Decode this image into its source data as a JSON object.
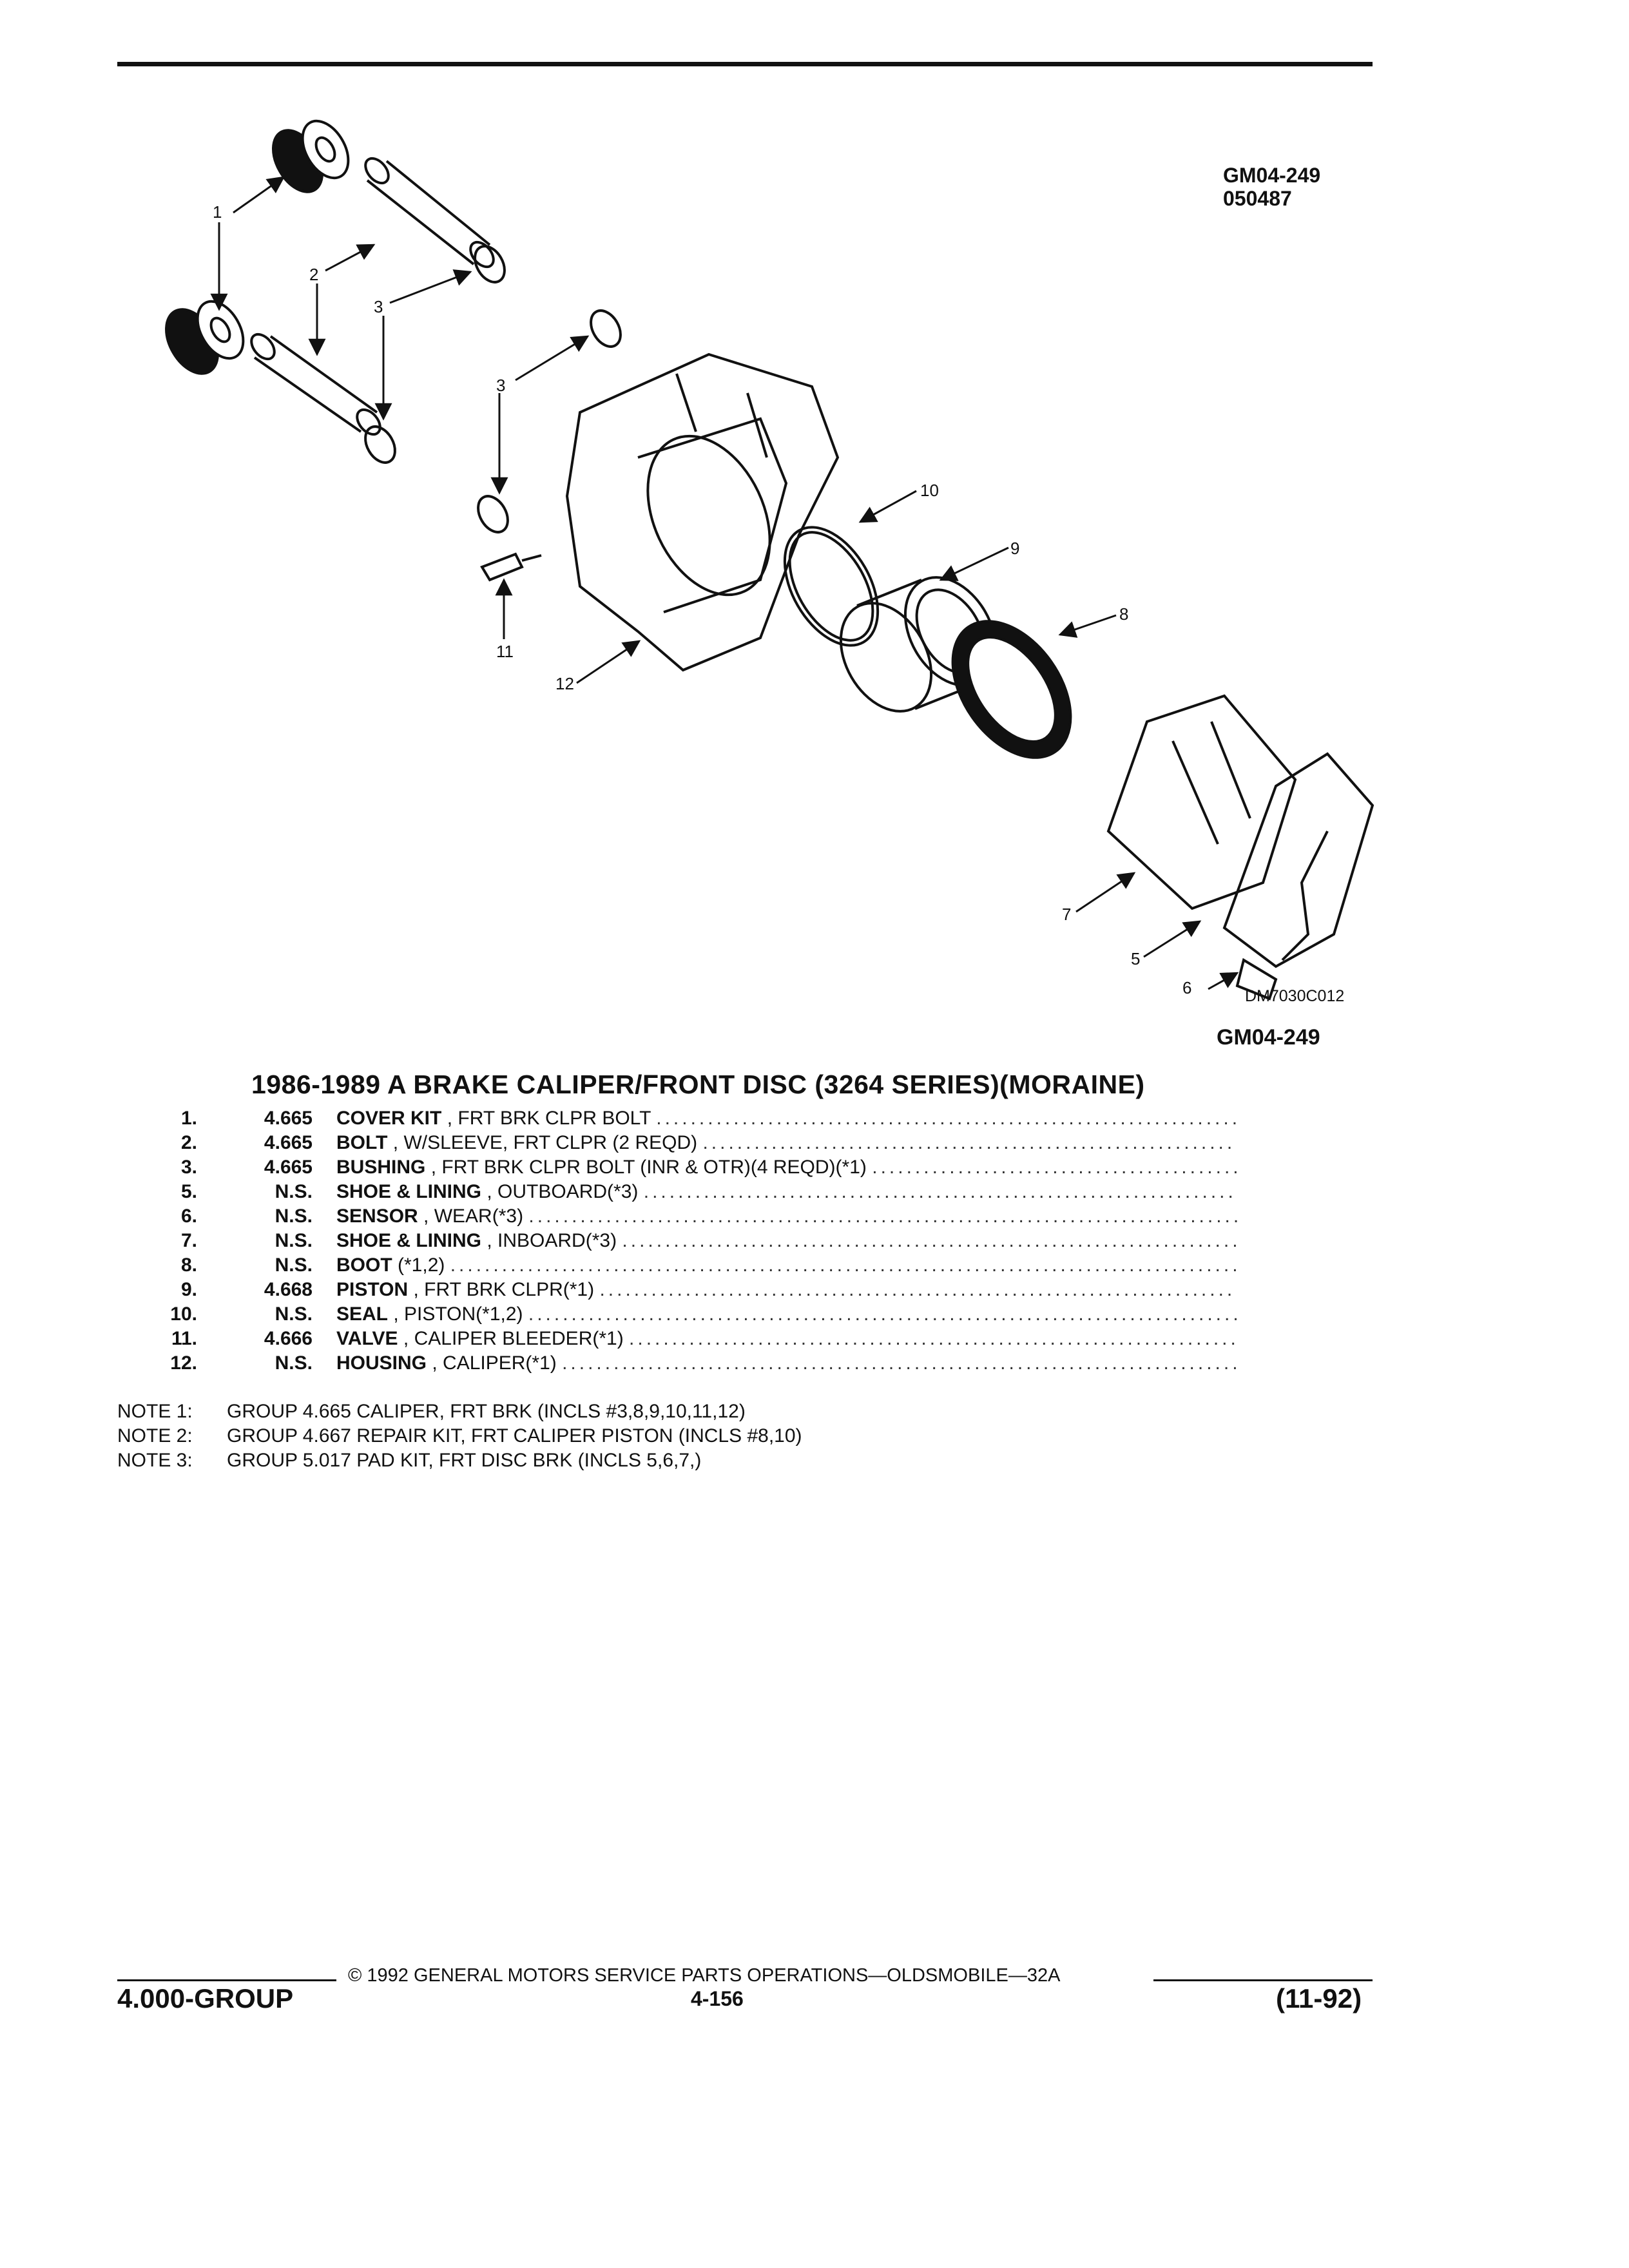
{
  "figure": {
    "code": "GM04-249",
    "date_code": "050487",
    "drawing_number": "DM7030C012",
    "code_bottom": "GM04-249",
    "callouts": [
      "1",
      "2",
      "3",
      "3",
      "10",
      "9",
      "8",
      "11",
      "12",
      "7",
      "5",
      "6"
    ]
  },
  "title": "1986-1989 A BRAKE CALIPER/FRONT DISC (3264 SERIES)(MORAINE)",
  "parts": [
    {
      "num": "1.",
      "group": "4.665",
      "name": "COVER KIT",
      "desc": ", FRT BRK CLPR BOLT"
    },
    {
      "num": "2.",
      "group": "4.665",
      "name": "BOLT",
      "desc": ", W/SLEEVE, FRT CLPR (2 REQD)"
    },
    {
      "num": "3.",
      "group": "4.665",
      "name": "BUSHING",
      "desc": ", FRT BRK CLPR BOLT (INR & OTR)(4 REQD)(*1)"
    },
    {
      "num": "5.",
      "group": "N.S.",
      "name": "SHOE & LINING",
      "desc": ", OUTBOARD(*3)"
    },
    {
      "num": "6.",
      "group": "N.S.",
      "name": "SENSOR",
      "desc": ", WEAR(*3)"
    },
    {
      "num": "7.",
      "group": "N.S.",
      "name": "SHOE & LINING",
      "desc": ", INBOARD(*3)"
    },
    {
      "num": "8.",
      "group": "N.S.",
      "name": "BOOT",
      "desc": "(*1,2)"
    },
    {
      "num": "9.",
      "group": "4.668",
      "name": "PISTON",
      "desc": ", FRT BRK CLPR(*1)"
    },
    {
      "num": "10.",
      "group": "N.S.",
      "name": "SEAL",
      "desc": ", PISTON(*1,2)"
    },
    {
      "num": "11.",
      "group": "4.666",
      "name": "VALVE",
      "desc": ", CALIPER BLEEDER(*1)"
    },
    {
      "num": "12.",
      "group": "N.S.",
      "name": "HOUSING",
      "desc": ", CALIPER(*1)"
    }
  ],
  "notes": [
    {
      "label": "NOTE 1:",
      "text": "GROUP 4.665 CALIPER, FRT BRK (INCLS #3,8,9,10,11,12)"
    },
    {
      "label": "NOTE 2:",
      "text": "GROUP 4.667 REPAIR KIT, FRT CALIPER PISTON (INCLS #8,10)"
    },
    {
      "label": "NOTE 3:",
      "text": "GROUP 5.017 PAD KIT, FRT DISC BRK (INCLS 5,6,7,)"
    }
  ],
  "footer": {
    "copyright": "© 1992 GENERAL MOTORS SERVICE PARTS OPERATIONS—OLDSMOBILE—32A",
    "group": "4.000-GROUP",
    "page": "4-156",
    "date": "(11-92)"
  }
}
